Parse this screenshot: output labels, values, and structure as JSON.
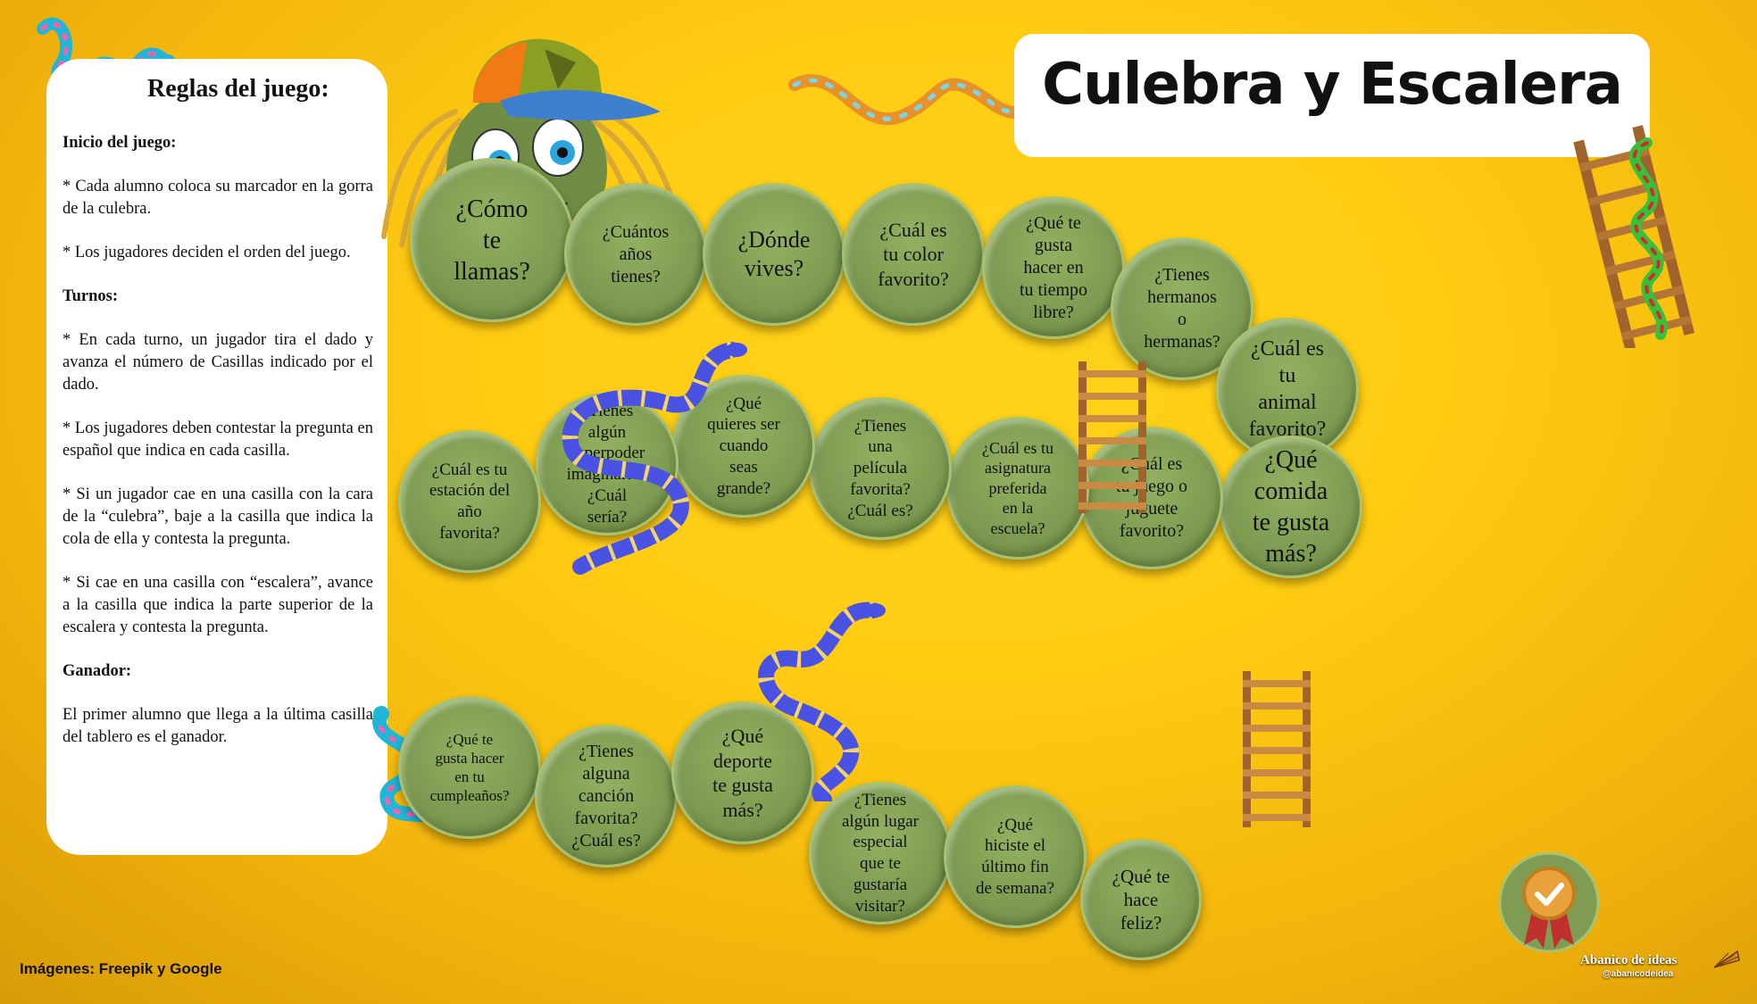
{
  "title": "Culebra y Escalera",
  "rules": {
    "title": "Reglas del juego:",
    "sections": [
      {
        "kind": "head",
        "text": "Inicio del juego:"
      },
      {
        "kind": "para",
        "text": "* Cada alumno coloca su marcador en la gorra de la culebra."
      },
      {
        "kind": "para",
        "text": "* Los jugadores deciden el orden del juego."
      },
      {
        "kind": "head",
        "text": "Turnos:"
      },
      {
        "kind": "para",
        "text": "* En cada turno, un jugador tira el dado y avanza el número de Casillas indicado por el dado."
      },
      {
        "kind": "para",
        "text": "* Los jugadores deben contestar la pregunta en español que indica en cada casilla."
      },
      {
        "kind": "para",
        "text": "* Si un jugador cae en una casilla con la cara de la “culebra”, baje a la casilla que indica la cola de ella y contesta la pregunta."
      },
      {
        "kind": "para",
        "text": "* Si cae en una casilla con “escalera”, avance a la casilla que indica la parte superior de la escalera y contesta la pregunta."
      },
      {
        "kind": "head",
        "text": "Ganador:"
      },
      {
        "kind": "para",
        "text": "El primer alumno que llega a la última casilla del tablero es el ganador."
      }
    ]
  },
  "cells": [
    {
      "text": "¿Cómo\nte\nllamas?"
    },
    {
      "text": "¿Cuántos\naños\ntienes?"
    },
    {
      "text": "¿Dónde\nvives?"
    },
    {
      "text": "¿Cuál es\ntu color\nfavorito?"
    },
    {
      "text": "¿Qué te\ngusta\nhacer en\ntu tiempo\nlibre?"
    },
    {
      "text": "¿Tienes\nhermanos\no\nhermanas?"
    },
    {
      "text": "¿Cuál es\ntu\nanimal\nfavorito?"
    },
    {
      "text": "¿Qué\ncomida\nte gusta\nmás?"
    },
    {
      "text": "¿Cuál es\ntu juego o\njuguete\nfavorito?"
    },
    {
      "text": "¿Cuál es tu\nasignatura\npreferida\nen la\nescuela?"
    },
    {
      "text": "¿Tienes\nuna\npelícula\nfavorita?\n¿Cuál es?"
    },
    {
      "text": "¿Qué\nquieres ser\ncuando\nseas\ngrande?"
    },
    {
      "text": "¿Tienes\nalgún\nsuperpoder\nimaginario?\n¿Cuál\nsería?"
    },
    {
      "text": "¿Cuál es tu\nestación del\naño\nfavorita?"
    },
    {
      "text": "¿Qué te\ngusta hacer\nen tu\ncumpleaños?"
    },
    {
      "text": "¿Tienes\nalguna\ncanción\nfavorita?\n¿Cuál es?"
    },
    {
      "text": "¿Qué\ndeporte\nte gusta\nmás?"
    },
    {
      "text": "¿Tienes\nalgún lugar\nespecial\nque te\ngustaría\nvisitar?"
    },
    {
      "text": "¿Qué\nhiciste el\núltimo fin\nde semana?"
    },
    {
      "text": "¿Qué te\nhace\nfeliz?"
    }
  ],
  "credits": "Imágenes: Freepik y Google",
  "brand": {
    "name": "Abanico de ideas",
    "handle": "@abanicodeidea"
  },
  "colors": {
    "background": "#ffcc12",
    "cell": "#7f9d52",
    "card": "#ffffff",
    "snake_blue": "#5a5ee8",
    "snake_stripe": "#f3d46b"
  }
}
